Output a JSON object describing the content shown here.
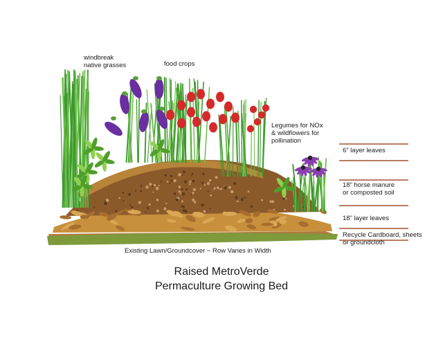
{
  "labels": {
    "windbreak": [
      "windbreak",
      "native grasses"
    ],
    "food_crops": "food crops",
    "legumes": [
      "Legumes for NOx",
      "& wildflowers for",
      "pollination"
    ],
    "lawn": "Existing Lawn/Groundcover ~ Row Varies in Width"
  },
  "layers": [
    {
      "lines": [
        "6” layer leaves"
      ]
    },
    {
      "lines": [
        "18” horse manure",
        "or composted soil"
      ]
    },
    {
      "lines": [
        "18” layer leaves"
      ]
    },
    {
      "lines": [
        "Recycle Cardboard, sheets",
        "or groundcloth"
      ]
    }
  ],
  "title": [
    "Raised MetroVerde",
    "Permaculture Growing Bed"
  ],
  "colors": {
    "layer_line": "#a0522d",
    "mound_soil": "#8b5a2b",
    "leaves": "#c8903c",
    "grass": "#3f9a2f",
    "eggplant": "#6a2fa0",
    "tomato": "#d42a2a",
    "wildflower": "#8a3fb0",
    "lawn_band": "#7e9a3a"
  }
}
